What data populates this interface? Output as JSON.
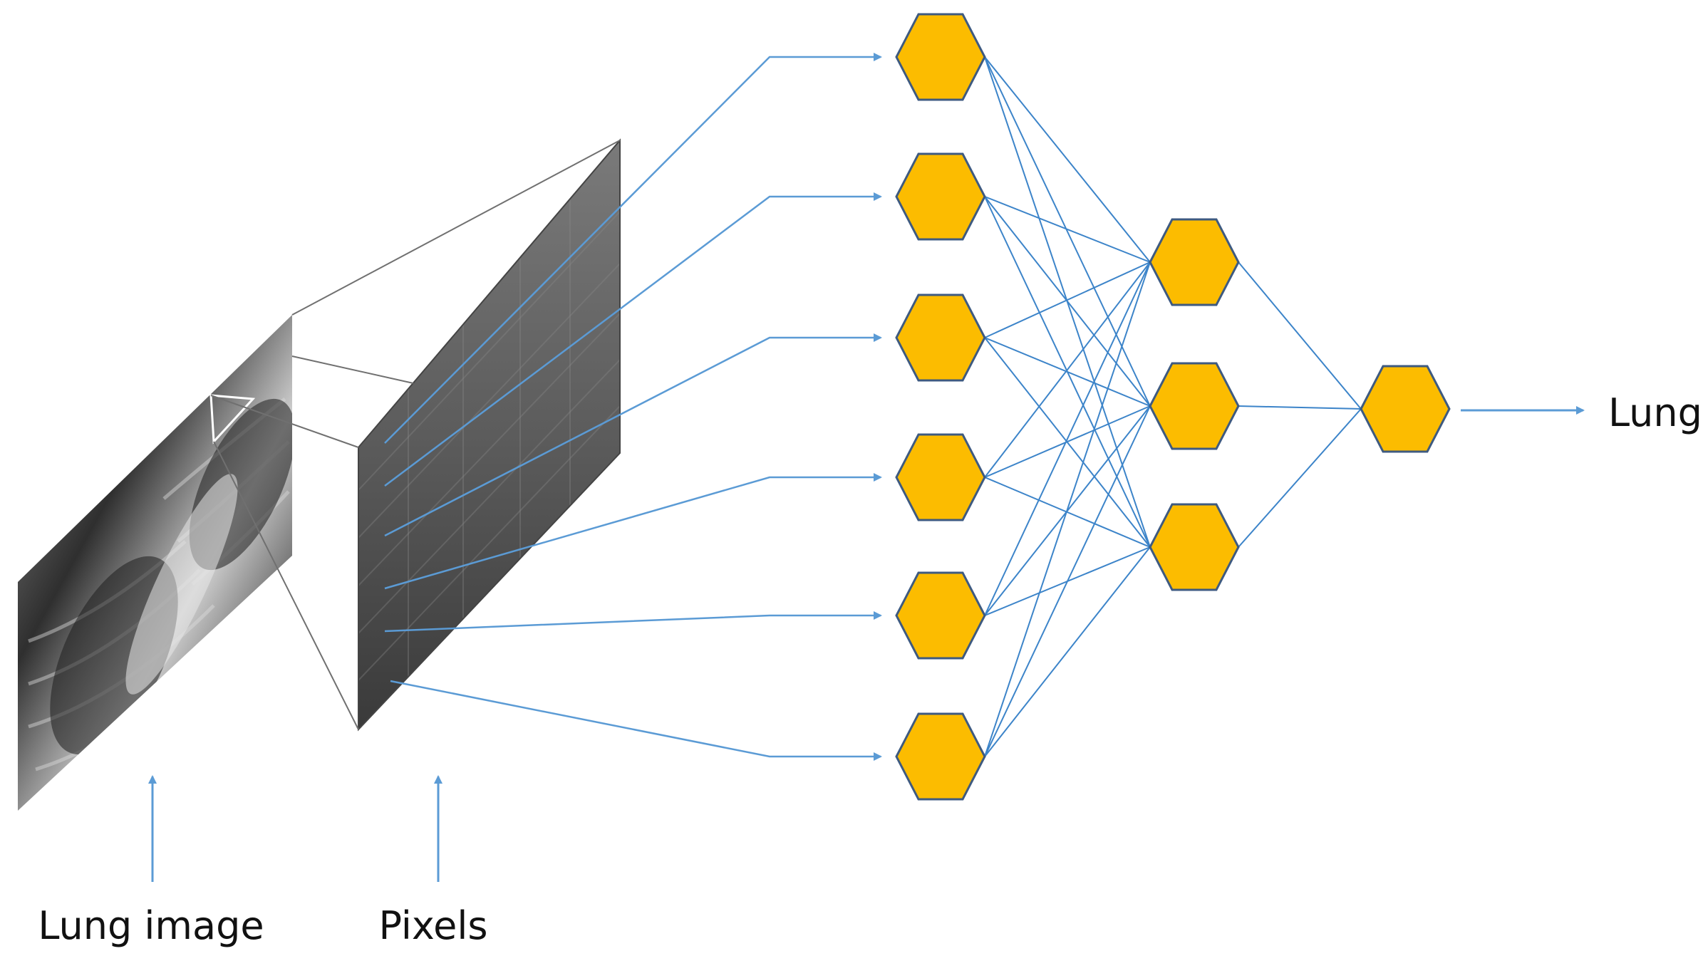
{
  "labels": {
    "lung_image": "Lung image",
    "pixels": "Pixels",
    "output": "Lung"
  },
  "colors": {
    "node_fill": "#FCBC00",
    "node_stroke": "#3E5A80",
    "connection": "#3C84C9",
    "arrow": "#5B9BD5",
    "frame_line": "#707070"
  },
  "network": {
    "layers": [
      {
        "name": "input",
        "node_count": 6
      },
      {
        "name": "hidden",
        "node_count": 3
      },
      {
        "name": "output",
        "node_count": 1
      }
    ],
    "node_shape": "hexagon",
    "fully_connected": true
  },
  "image_panels": [
    {
      "name": "lung-image-panel",
      "content": "chest x-ray"
    },
    {
      "name": "pixels-panel",
      "content": "grayscale pixel grid"
    }
  ]
}
